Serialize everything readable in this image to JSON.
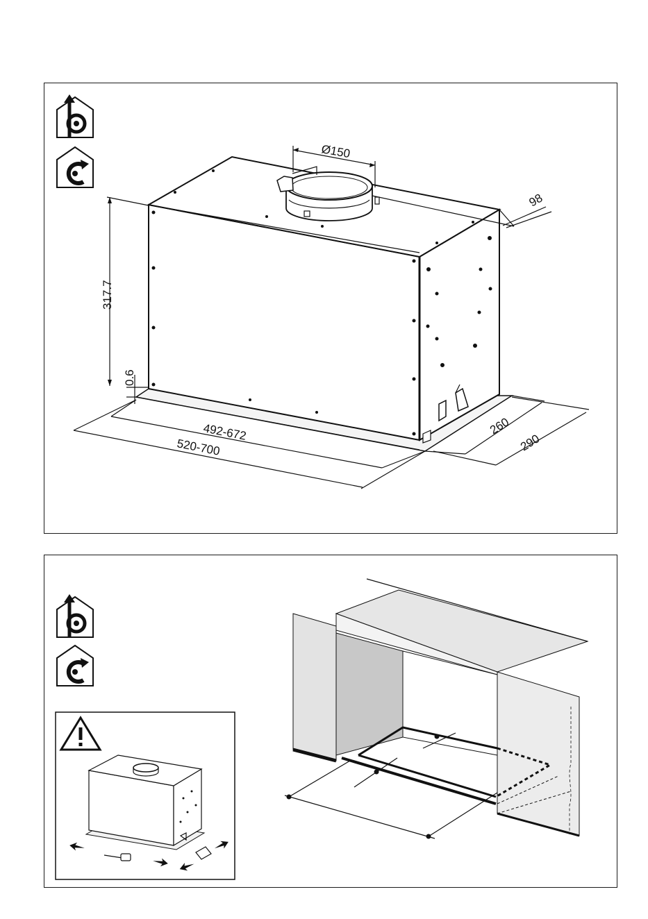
{
  "top_panel": {
    "icons": [
      {
        "name": "ducted-extraction-icon",
        "desc": "house with upward arrow"
      },
      {
        "name": "recirculation-icon",
        "desc": "house with circular arrow"
      }
    ],
    "dimensions": {
      "duct_diameter": "Ø150",
      "duct_offset": "98",
      "height": "317.7",
      "gap": "0.6",
      "width_inner": "492-672",
      "width_outer": "520-700",
      "depth_inner": "260",
      "depth_outer": "290"
    }
  },
  "bottom_panel": {
    "icons": [
      {
        "name": "ducted-extraction-icon"
      },
      {
        "name": "recirculation-icon"
      },
      {
        "name": "warning-icon"
      }
    ]
  }
}
